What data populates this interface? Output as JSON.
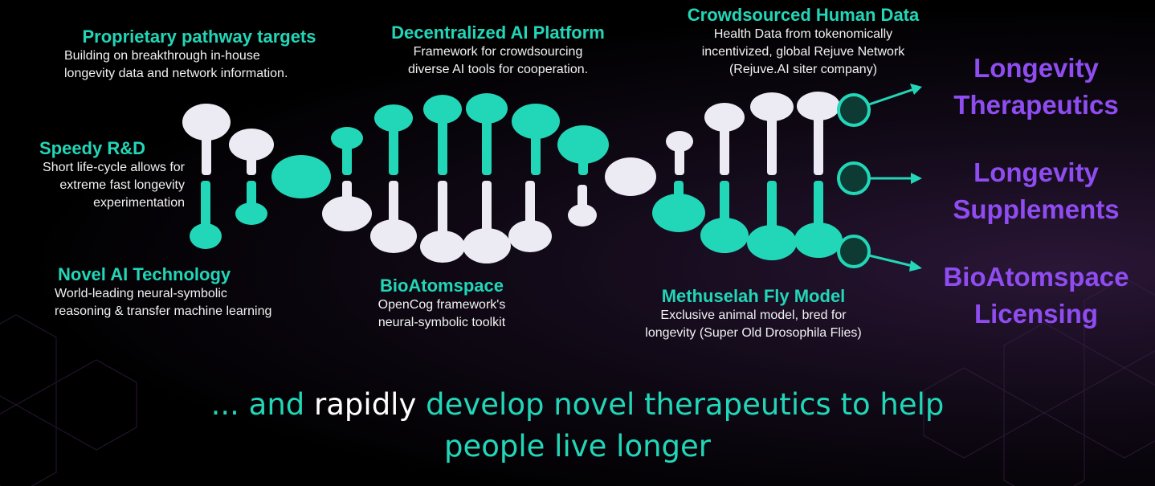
{
  "features": {
    "proprietary": {
      "title": "Proprietary pathway targets",
      "lines": [
        "Building on breakthrough in-house",
        "longevity data and network information."
      ]
    },
    "speedy": {
      "title": "Speedy R&D",
      "lines": [
        "Short life-cycle allows for",
        "extreme fast longevity",
        "experimentation"
      ]
    },
    "novel_ai": {
      "title": "Novel AI Technology",
      "lines": [
        "World-leading neural-symbolic",
        "reasoning & transfer machine learning"
      ]
    },
    "decentralized": {
      "title": "Decentralized AI Platform",
      "lines": [
        "Framework for crowdsourcing",
        "diverse AI tools for cooperation."
      ]
    },
    "bioatomspace": {
      "title": "BioAtomspace",
      "lines": [
        "OpenCog framework's",
        "neural-symbolic toolkit"
      ]
    },
    "crowdsourced": {
      "title": "Crowdsourced Human Data",
      "lines": [
        "Health Data from tokenomically",
        "incentivized, global Rejuve Network",
        "(Rejuve.AI siter company)"
      ]
    },
    "methuselah": {
      "title": "Methuselah Fly Model",
      "lines": [
        "Exclusive animal model, bred for",
        "longevity (Super Old Drosophila Flies)"
      ]
    }
  },
  "outcomes": [
    {
      "line1": "Longevity",
      "line2": "Therapeutics"
    },
    {
      "line1": "Longevity",
      "line2": "Supplements"
    },
    {
      "line1": "BioAtomspace",
      "line2": "Licensing"
    }
  ],
  "tagline": {
    "part1": "... and ",
    "highlight": "rapidly",
    "part2": " develop novel therapeutics to help",
    "line2": "people live longer"
  },
  "colors": {
    "teal": "#22d6b8",
    "white_bead": "#eceaf2",
    "purple": "#8f4cf0",
    "node_fill": "#0e3a34"
  }
}
